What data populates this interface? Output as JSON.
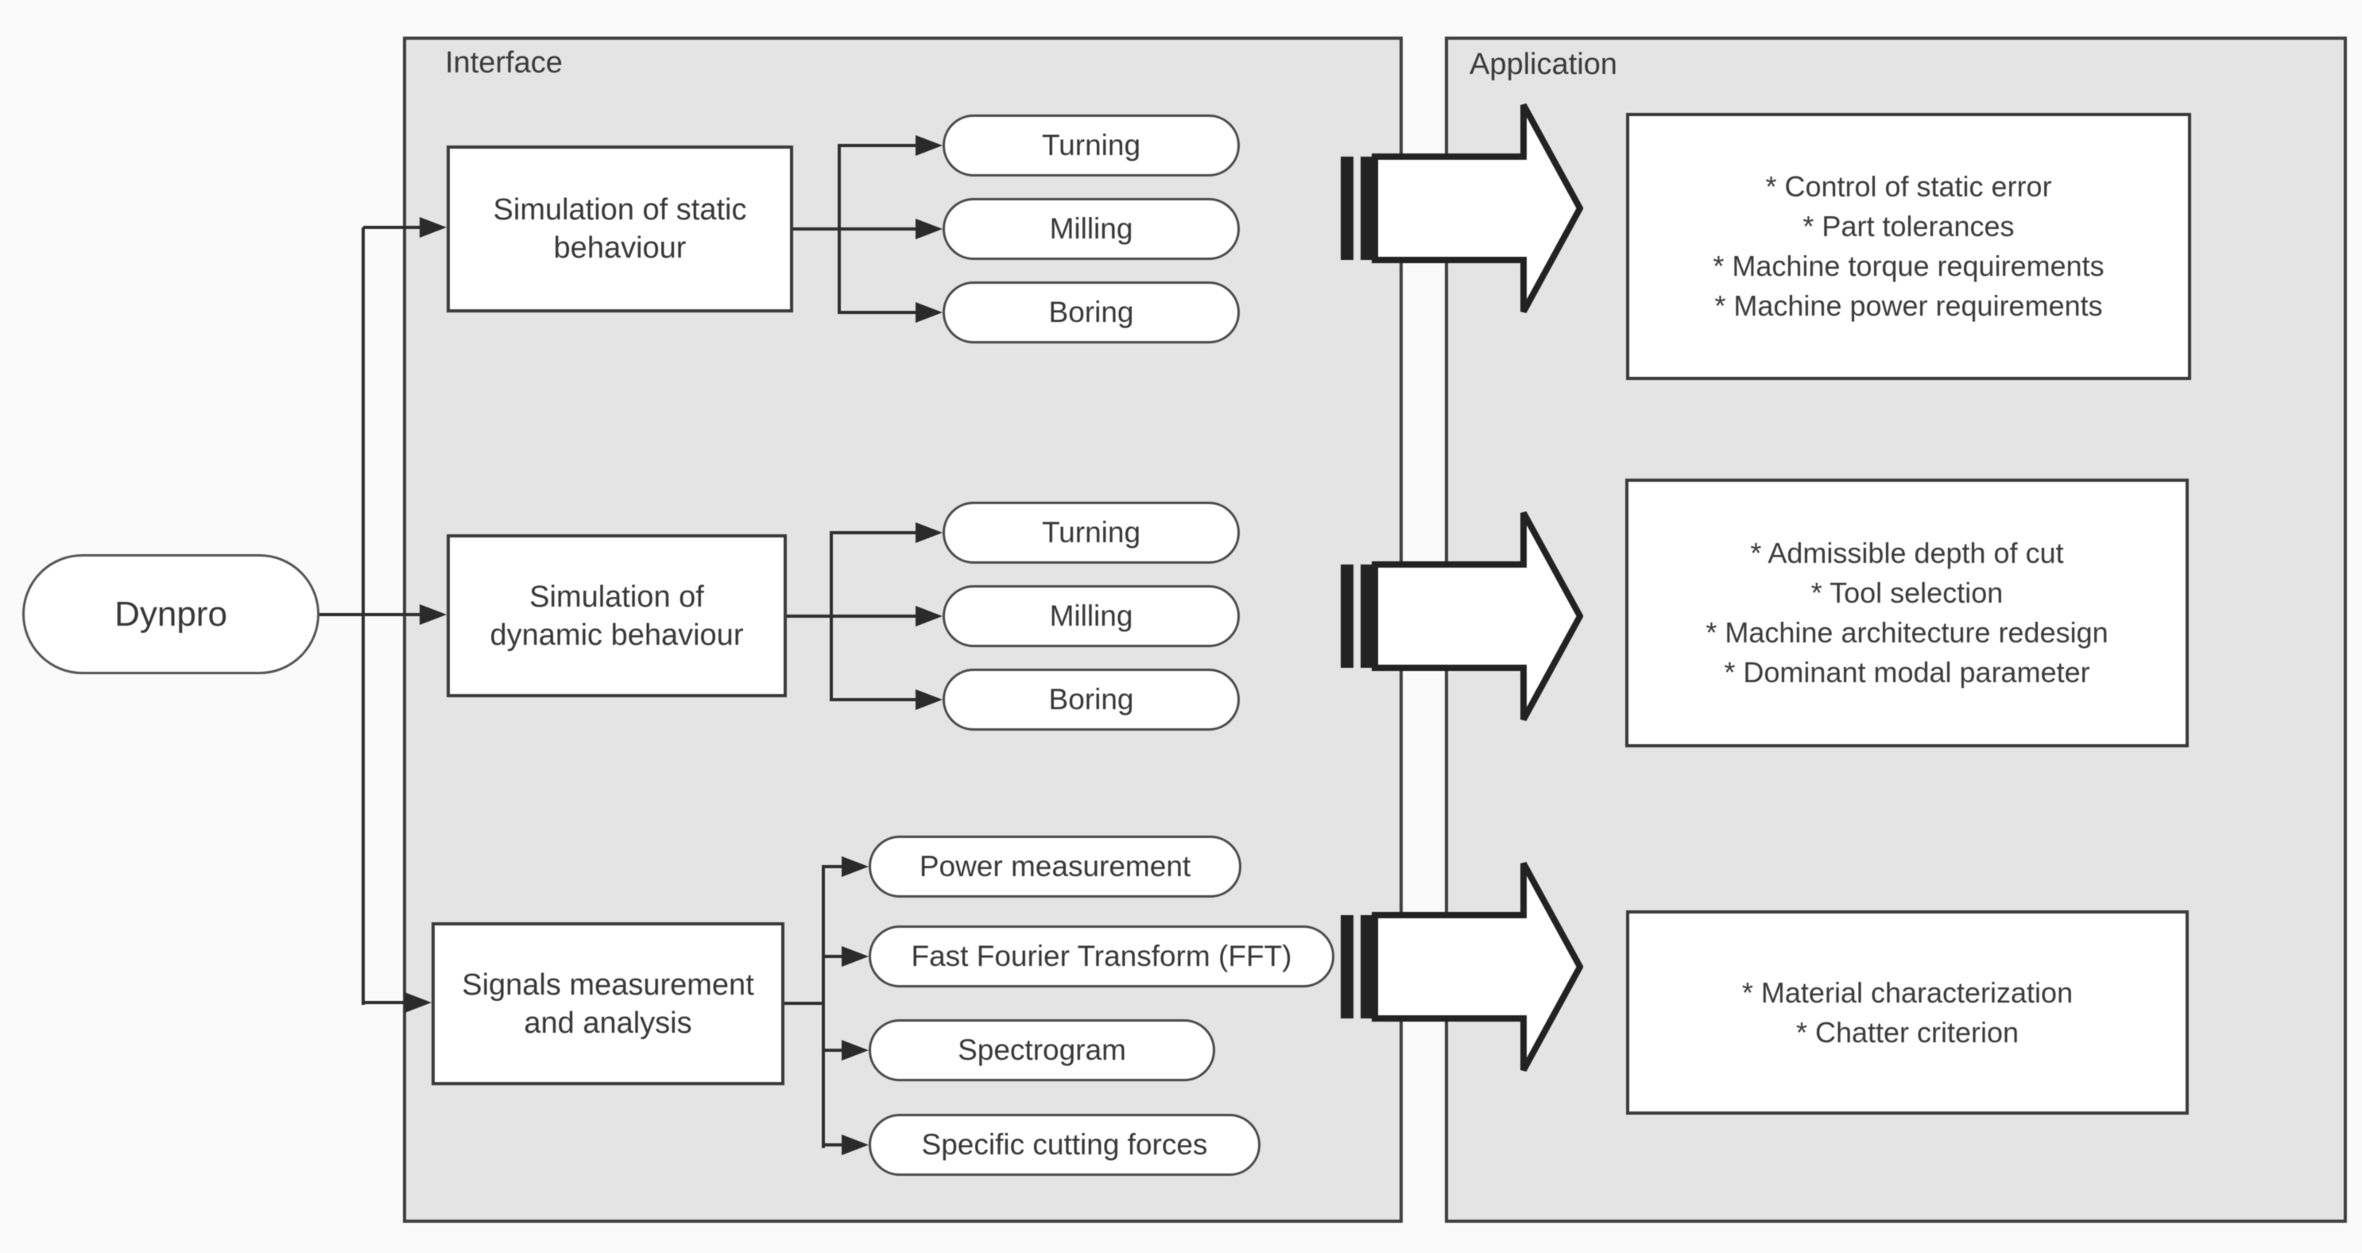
{
  "root_node": {
    "label": "Dynpro"
  },
  "panels": {
    "interface": {
      "label": "Interface"
    },
    "application": {
      "label": "Application"
    }
  },
  "rows": [
    {
      "module": "Simulation of static behaviour",
      "methods": [
        "Turning",
        "Milling",
        "Boring"
      ],
      "applications": [
        "* Control of static error",
        "* Part tolerances",
        "* Machine torque requirements",
        "* Machine power requirements"
      ]
    },
    {
      "module": "Simulation of dynamic behaviour",
      "methods": [
        "Turning",
        "Milling",
        "Boring"
      ],
      "applications": [
        "* Admissible depth of cut",
        "* Tool selection",
        "* Machine architecture redesign",
        "* Dominant modal parameter"
      ]
    },
    {
      "module": "Signals measurement and analysis",
      "methods": [
        "Power measurement",
        "Fast Fourier Transform (FFT)",
        "Spectrogram",
        "Specific cutting forces"
      ],
      "applications": [
        "* Material characterization",
        "* Chatter criterion"
      ]
    }
  ],
  "colors": {
    "page_bg": "#fafafa",
    "panel_fill": "#e4e4e4",
    "panel_border": "#3f3f3f",
    "node_fill": "#ffffff",
    "node_border": "#3c3c3c",
    "line": "#2e2e2e",
    "text": "#333333"
  }
}
